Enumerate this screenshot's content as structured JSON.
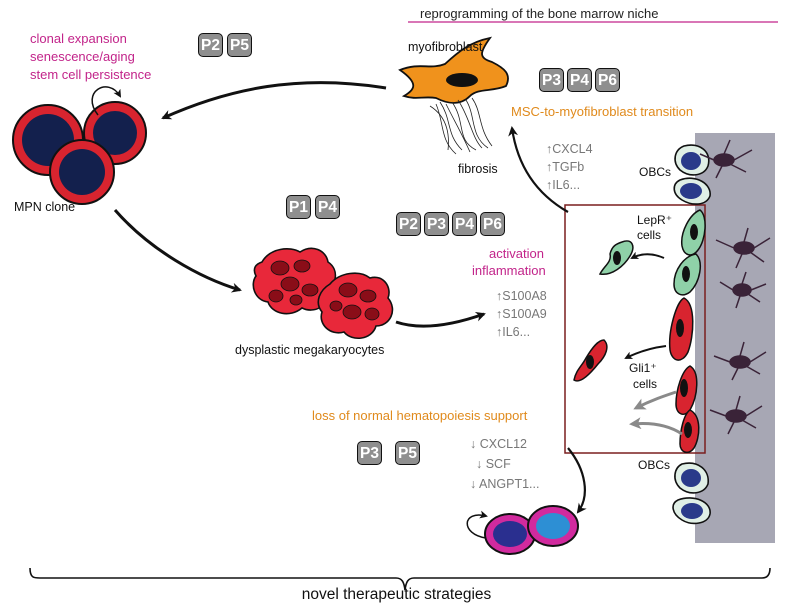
{
  "header": {
    "title": "reprogramming of the bone marrow niche"
  },
  "clone": {
    "effects": [
      "clonal expansion",
      "senescence/aging",
      "stem cell persistence"
    ],
    "label": "MPN clone",
    "badges": [
      "P2",
      "P5"
    ]
  },
  "myofibroblast": {
    "label": "myofibroblast",
    "fibrosis_label": "fibrosis",
    "transition_label": "MSC-to-myofibroblast transition",
    "badges": [
      "P3",
      "P4",
      "P6"
    ],
    "markers": [
      "↑CXCL4",
      "↑TGFb",
      "↑IL6..."
    ]
  },
  "megakaryocytes": {
    "label": "dysplastic megakaryocytes",
    "badges": [
      "P1",
      "P4"
    ]
  },
  "activation": {
    "badges": [
      "P2",
      "P3",
      "P4",
      "P6"
    ],
    "label_1": "activation",
    "label_2": "inflammation",
    "markers": [
      "↑S100A8",
      "↑S100A9",
      "↑IL6..."
    ]
  },
  "niche": {
    "obcs_top": "OBCs",
    "obcs_bottom": "OBCs",
    "lepr_label": "LepR⁺",
    "lepr_cells": "cells",
    "gli1_label": "Gli1⁺",
    "gli1_cells": "cells"
  },
  "support": {
    "label": "loss of normal hematopoiesis support",
    "badges": [
      "P3",
      "P5"
    ],
    "markers": [
      "↓ CXCL12",
      "↓  SCF",
      "↓ ANGPT1..."
    ]
  },
  "footer": {
    "label": "novel therapeutic strategies"
  },
  "colors": {
    "pink": "#c2248a",
    "orange": "#e08a1c",
    "clone_red": "#d8242f",
    "clone_navy": "#13204d",
    "megakaryocyte": "#e8283a",
    "lepr_green": "#8fd1a8",
    "gli1_red": "#d8242f",
    "bone_grey": "#a7a7b4",
    "box_border": "#7a1f1f",
    "badge_grey": "#8f8f8f"
  }
}
